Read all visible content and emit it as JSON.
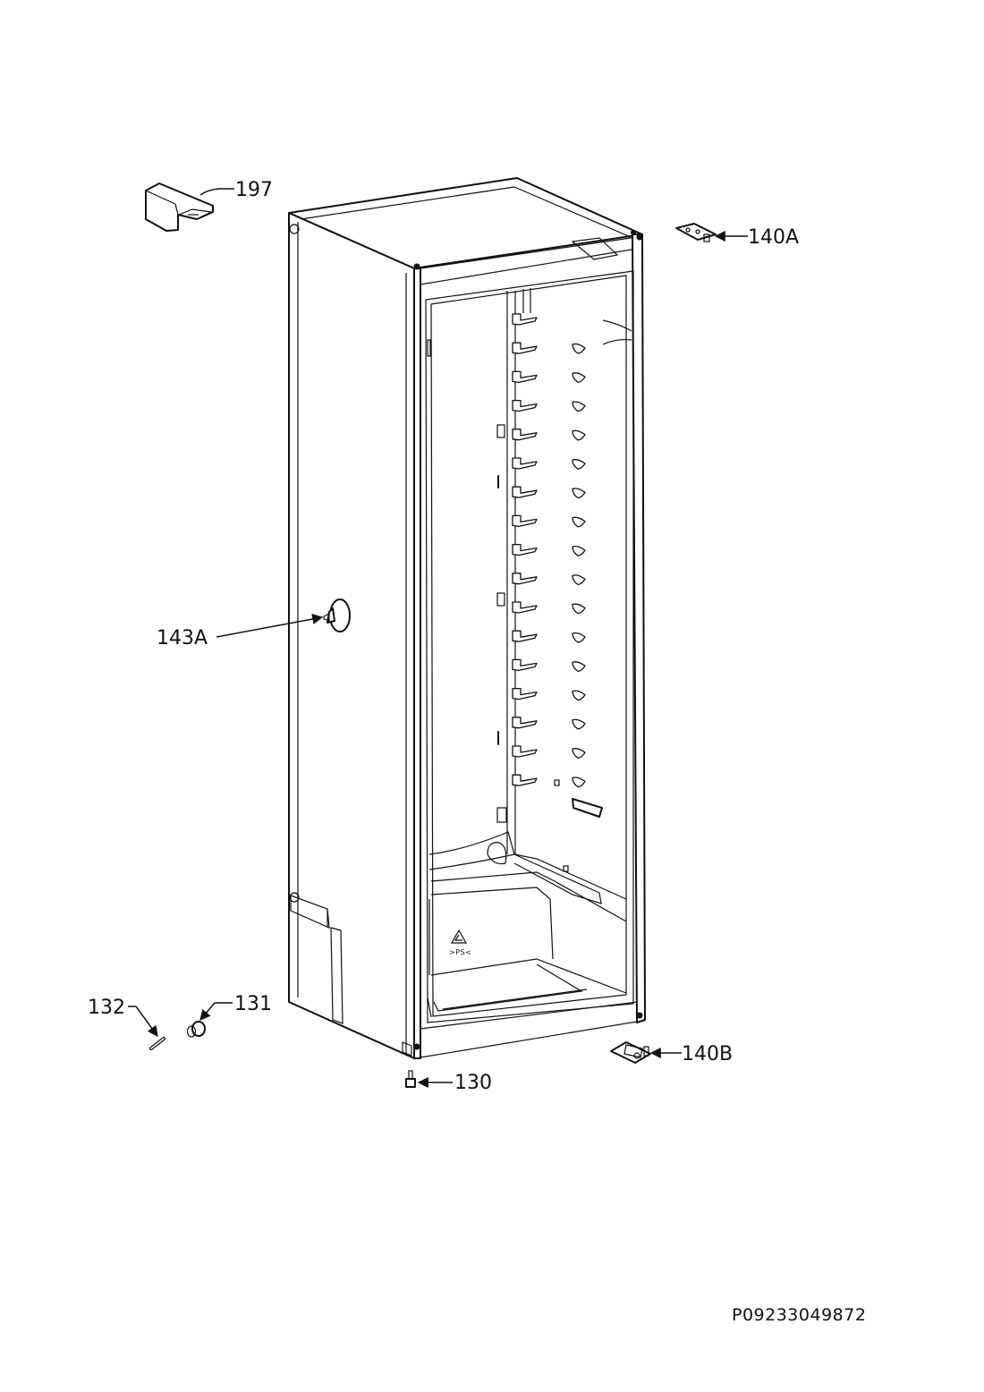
{
  "callouts": {
    "c197": "197",
    "c140a": "140A",
    "c143a": "143A",
    "c132": "132",
    "c131": "131",
    "c130": "130",
    "c140b": "140B"
  },
  "recycle_mark": ">PS<",
  "drawing_code": "P09233049872"
}
